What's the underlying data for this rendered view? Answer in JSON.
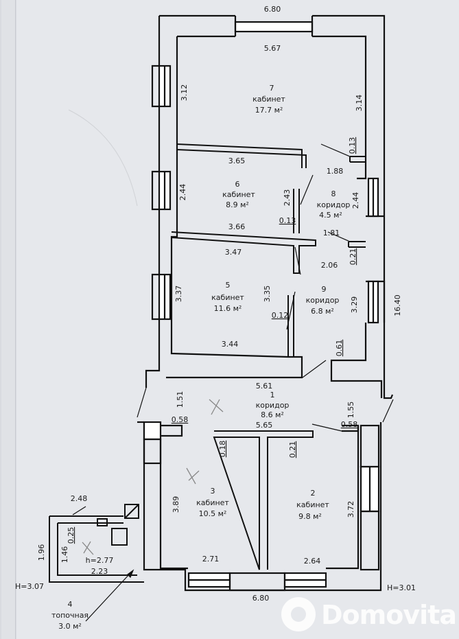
{
  "rooms": [
    {
      "num": "7",
      "name": "кабинет",
      "area": "17.7 м²"
    },
    {
      "num": "6",
      "name": "кабинет",
      "area": "8.9 м²"
    },
    {
      "num": "8",
      "name": "коридор",
      "area": "4.5 м²"
    },
    {
      "num": "5",
      "name": "кабинет",
      "area": "11.6 м²"
    },
    {
      "num": "9",
      "name": "коридор",
      "area": "6.8 м²"
    },
    {
      "num": "1",
      "name": "коридор",
      "area": "8.6 м²"
    },
    {
      "num": "3",
      "name": "кабинет",
      "area": "10.5 м²"
    },
    {
      "num": "2",
      "name": "кабинет",
      "area": "9.8 м²"
    },
    {
      "num": "4",
      "name": "топочная",
      "area": "3.0 м²"
    }
  ],
  "dims": {
    "top_outer": "6.80",
    "top_inner": "5.67",
    "r7_left": "3.12",
    "r7_right": "3.14",
    "r7_w013": "0.13",
    "r6_top": "3.65",
    "r8_top": "1.88",
    "r6_left": "2.44",
    "r6_right": "2.43",
    "r6_w013": "0.13",
    "r8_right": "2.44",
    "r6_bottom": "3.66",
    "r8_bottom": "1.81",
    "r5_top": "3.47",
    "r9_top": "2.06",
    "w021a": "0.21",
    "r5_left": "3.37",
    "r5_right": "3.35",
    "r5_w012": "0.12",
    "r9_right": "3.29",
    "total_height": "16.40",
    "r5_bottom": "3.44",
    "w061": "0.61",
    "c1_top": "5.61",
    "c1_left": "1.51",
    "c1_right": "1.55",
    "w058a": "0.58",
    "w058b": "0.58",
    "c1_bottom": "5.65",
    "w018": "0.18",
    "w021b": "0.21",
    "r3_left": "3.89",
    "r2_right": "3.72",
    "r4_top": "2.48",
    "r4_w025": "0.25",
    "r4_left": "1.96",
    "r4_inner": "1.46",
    "r4_h": "h=2.77",
    "r4_bottom": "2.23",
    "r3_bottom": "2.71",
    "r2_bottom": "2.64",
    "bottom_outer": "6.80",
    "h_left": "H=3.07",
    "h_right": "H=3.01"
  },
  "watermark": "Domovita"
}
